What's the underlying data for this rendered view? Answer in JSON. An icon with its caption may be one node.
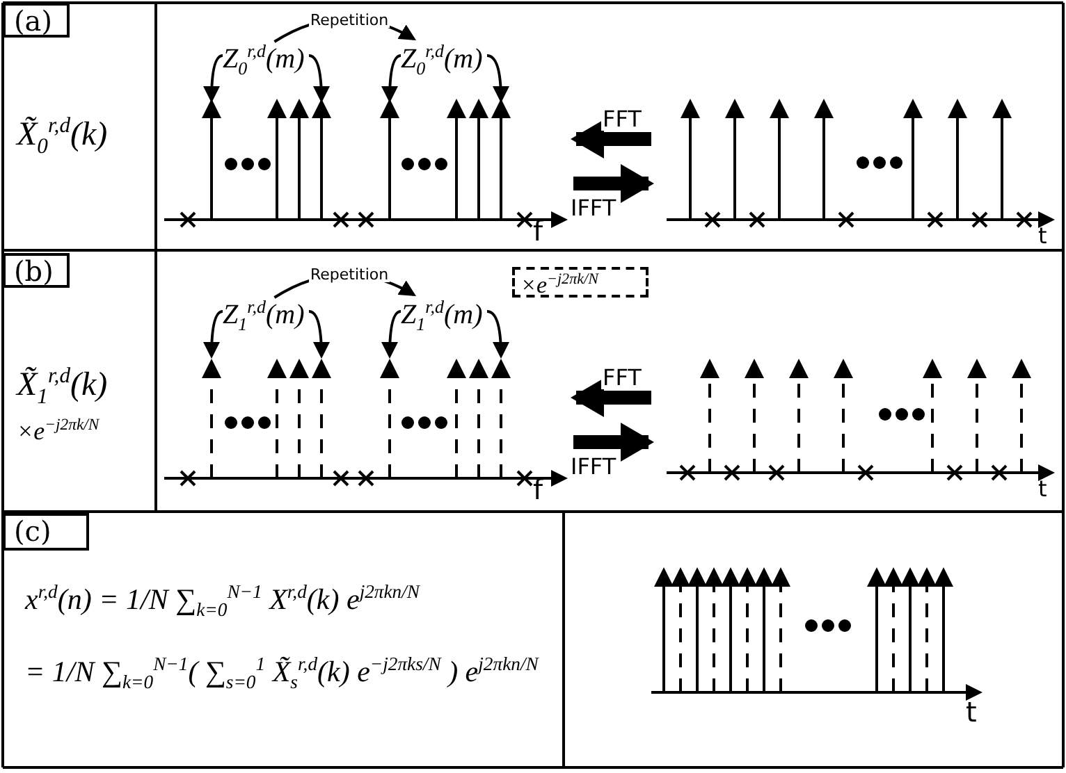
{
  "diagram": {
    "nodes": [
      {
        "text": [
          "(a)"
        ]
      },
      {
        "text": [
          "Z$_{0}$$^{r,d}$(m)"
        ]
      },
      {
        "text": [
          "Z$_{0}$$^{r,d}$(m)"
        ]
      },
      {
        "text": [],
        "shape": "picture"
      },
      {
        "text": [],
        "shape": "picture"
      },
      {
        "text": [
          "(b)"
        ]
      },
      {
        "text": [
          "Z$_{1}$$^{r,d}$(m)"
        ]
      },
      {
        "text": [
          "Z$_{1}$$^{r,d}$(m)"
        ]
      },
      {
        "text": [
          "×e$^{−j2πk/N}$"
        ]
      },
      {
        "text": [],
        "shape": "picture"
      },
      {
        "text": [],
        "shape": "picture"
      },
      {
        "text": [
          "(c)"
        ]
      },
      {
        "text": [],
        "shape": "picture"
      }
    ],
    "edges": [
      {
        "from": 1,
        "to": 2,
        "arrow": "to",
        "label": "Repetition"
      },
      {
        "from": 1,
        "to": null,
        "arrow": "to"
      },
      {
        "from": 1,
        "to": null,
        "arrow": "to"
      },
      {
        "from": 2,
        "to": null,
        "arrow": "to"
      },
      {
        "from": 2,
        "to": null,
        "arrow": "to"
      },
      {
        "from": 4,
        "to": 3,
        "arrow": "to",
        "label": "FFT",
        "style": "thick"
      },
      {
        "from": 3,
        "to": 4,
        "arrow": "to",
        "label": "IFFT",
        "style": "thick"
      },
      {
        "from": 6,
        "to": 7,
        "arrow": "to",
        "label": "Repetition"
      },
      {
        "from": 6,
        "to": null,
        "arrow": "to"
      },
      {
        "from": 6,
        "to": null,
        "arrow": "to"
      },
      {
        "from": 7,
        "to": null,
        "arrow": "to"
      },
      {
        "from": 7,
        "to": null,
        "arrow": "to"
      },
      {
        "from": 10,
        "to": 9,
        "arrow": "to",
        "label": "FFT",
        "style": "thick"
      },
      {
        "from": 9,
        "to": 10,
        "arrow": "to",
        "label": "IFFT",
        "style": "thick"
      }
    ],
    "labels": [
      "X̃$_{0}$$^{r,d}$(k)",
      "f",
      "t",
      "X̃$_{1}$$^{r,d}$(k)",
      "×e$^{−j2πk/N}$",
      "f",
      "t",
      "x$^{r,d}$(n) = 1/N ∑$_{k=0}$$^{N−1}$ X$^{r,d}$(k) e$^{j2πkn/N}$",
      "= 1/N ∑$_{k=0}$$^{N−1}$( ∑$_{s=0}$$^{1}$ X̃$_{s}$$^{r,d}$(k) e$^{−j2πks/N}$ ) e$^{j2πkn/N}$",
      "t"
    ]
  }
}
